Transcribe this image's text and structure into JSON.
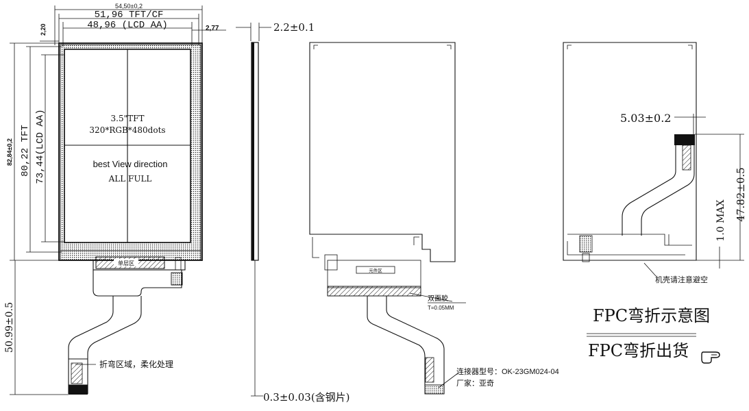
{
  "front": {
    "dim_outer_width": "54,50±0,2",
    "dim_tft_width": "51,96 TFT/CF",
    "dim_aa_width": "48,96 (LCD AA)",
    "dim_top_gap": "2,20",
    "dim_side_gap": "2,77",
    "dim_outer_height": "82,84±0,2",
    "dim_tft_height": "80,22 TFT",
    "dim_aa_height": "73,44(LCD AA)",
    "spec_size": "3.5\"TFT",
    "spec_resolution": "320*RGB*480dots",
    "view_label": "best View direction",
    "view_value": "ALL FULL",
    "single_layer_label": "单层区",
    "fpc_length": "50.99±0.5",
    "bend_note": "折弯区域，柔化处理"
  },
  "side": {
    "dim_thickness": "2.2±0.1",
    "dim_steel": "0.3±0.03(含钢片)"
  },
  "back": {
    "stiffener_label": "元件区",
    "tape_label": "双面胶",
    "tape_thickness": "T=0.05MM",
    "connector_label": "连接器型号：OK-23GM024-04",
    "maker_label": "厂家：亚奇"
  },
  "bent": {
    "dim_offset": "5.03±0.2",
    "dim_height": "47.82±0.5",
    "dim_max": "1.0 MAX",
    "housing_note": "机壳请注意避空"
  },
  "legend": {
    "diagram_title": "FPC弯折示意图",
    "shipping_title": "FPC弯折出货"
  }
}
